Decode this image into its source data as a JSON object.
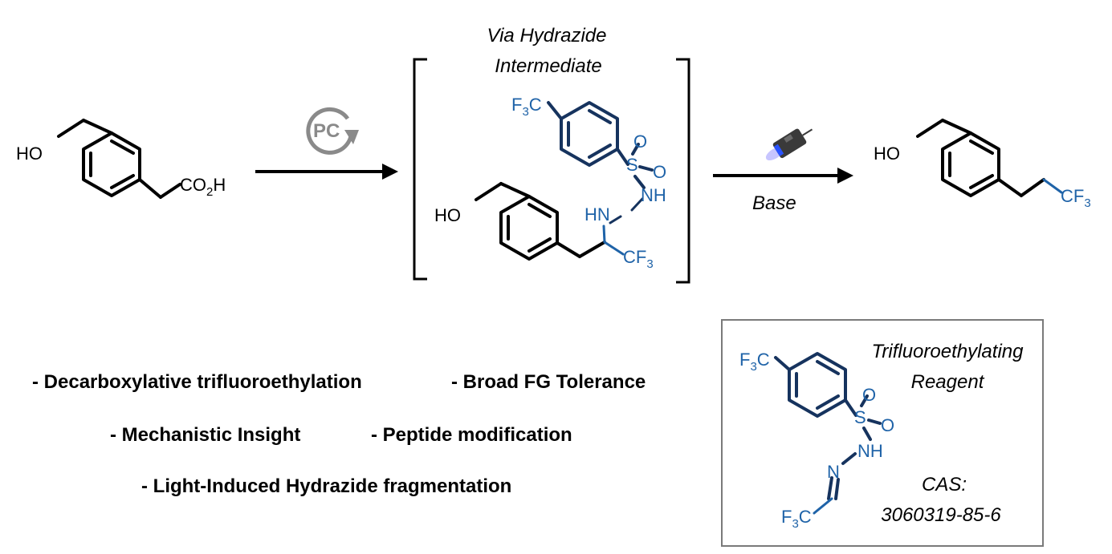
{
  "colors": {
    "black": "#000000",
    "navy": "#16335e",
    "blue": "#1f63a8",
    "gray": "#8a8a8a",
    "box": "#7a7a7a"
  },
  "intermediate": {
    "title_line1": "Via Hydrazide",
    "title_line2": "Intermediate"
  },
  "catalyst": {
    "label": "PC",
    "icon": "cycle-arrow-icon"
  },
  "step2": {
    "condition": "Base",
    "icon": "flashlight-icon"
  },
  "labels": {
    "ho": "HO",
    "co2h_co": "CO",
    "co2h_sub": "2",
    "co2h_h": "H",
    "f3c_f": "F",
    "f3c_sub": "3",
    "f3c_c": "C",
    "s": "S",
    "o": "O",
    "nh": "NH",
    "hn": "HN",
    "n": "N",
    "cf3_cf": "CF",
    "cf3_sub": "3"
  },
  "bullets": [
    "- Decarboxylative trifluoroethylation",
    "- Broad FG Tolerance",
    "- Mechanistic Insight",
    "- Peptide modification",
    "- Light-Induced Hydrazide fragmentation"
  ],
  "reagent_box": {
    "title_line1": "Trifluoroethylating",
    "title_line2": "Reagent",
    "cas_label": "CAS:",
    "cas_number": "3060319-85-6"
  }
}
